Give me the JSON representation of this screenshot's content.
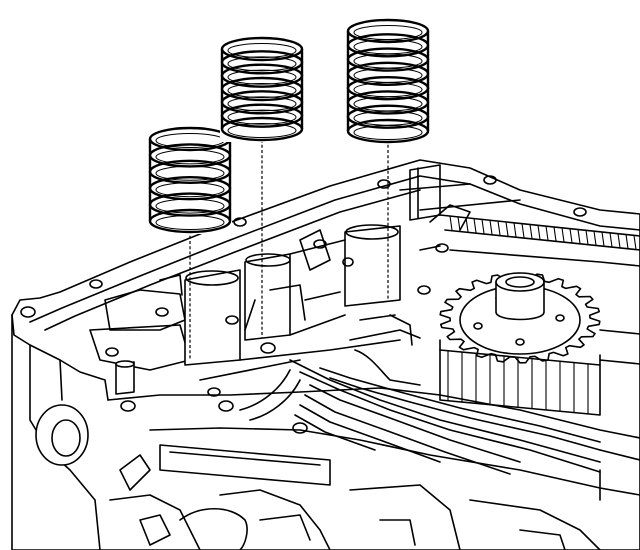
{
  "illustration": {
    "subject": "",
    "line_color": "#000000",
    "background_color": "#ffffff"
  },
  "springs": [
    {
      "id": "spring-left",
      "coils": 6
    },
    {
      "id": "spring-middle",
      "coils": 7
    },
    {
      "id": "spring-right",
      "coils": 8
    }
  ],
  "gear": {
    "teeth": 22
  }
}
